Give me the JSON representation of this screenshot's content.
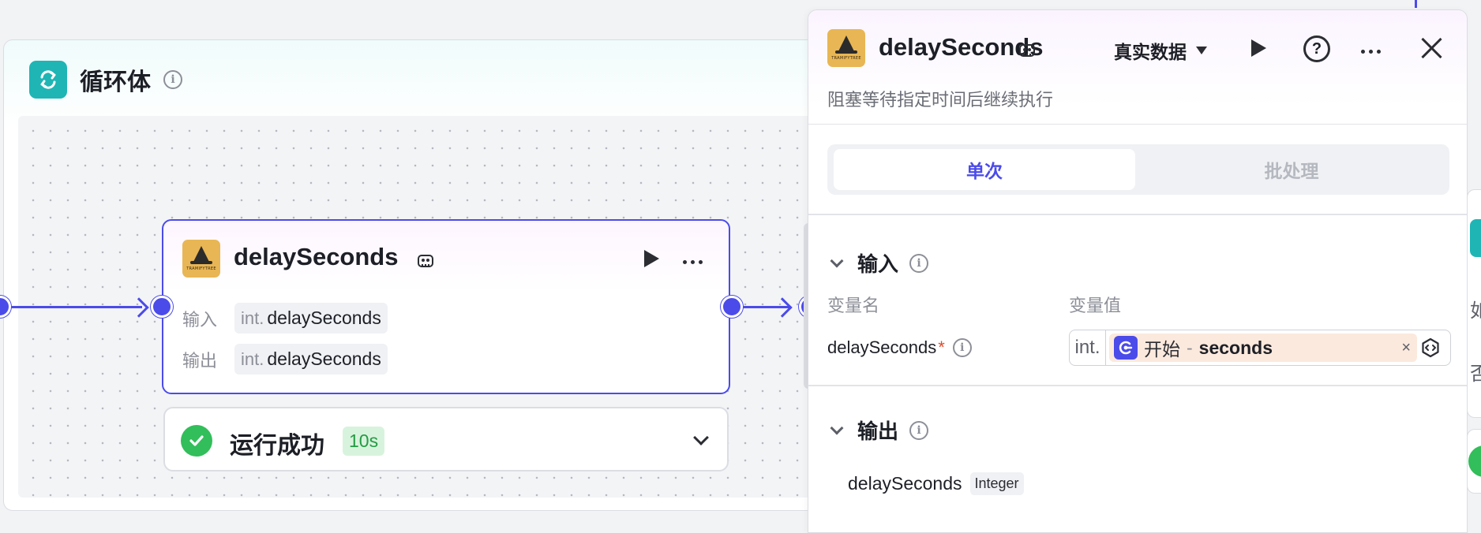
{
  "loop": {
    "title": "循环体"
  },
  "node": {
    "title": "delaySeconds",
    "input_label": "输入",
    "input_type": "int.",
    "input_value": "delaySeconds",
    "output_label": "输出",
    "output_type": "int.",
    "output_value": "delaySeconds",
    "icon_text": "TRAMIFYTREE"
  },
  "status": {
    "text": "运行成功",
    "duration": "10s"
  },
  "panel": {
    "title": "delaySeconds",
    "description": "阻塞等待指定时间后继续执行",
    "data_mode": "真实数据",
    "tabs": [
      {
        "label": "单次",
        "active": true
      },
      {
        "label": "批处理",
        "active": false
      }
    ],
    "input_section": {
      "title": "输入",
      "col_name": "变量名",
      "col_value": "变量值",
      "var_name": "delaySeconds",
      "required_mark": "*",
      "var_type": "int.",
      "ref_source": "开始",
      "ref_sep": "-",
      "ref_field": "seconds",
      "clear_label": "×"
    },
    "output_section": {
      "title": "输出",
      "name": "delaySeconds",
      "type": "Integer"
    }
  },
  "right_partial": {
    "text1": "如",
    "text2": "否"
  },
  "colors": {
    "accent": "#4b4bea",
    "teal": "#1fb5b5",
    "success": "#32be5a"
  }
}
